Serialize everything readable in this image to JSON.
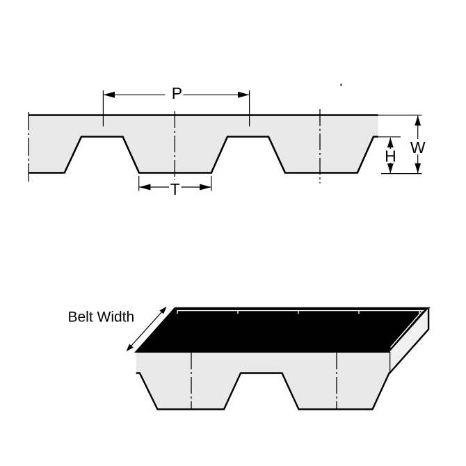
{
  "diagram": {
    "description": "timing belt profile diagram",
    "labels": {
      "pitch": "P",
      "tooth_width": "T",
      "tooth_height": "H",
      "belt_thickness": "W",
      "belt_width": "Belt Width"
    },
    "colors": {
      "background": "#ffffff",
      "belt_fill": "#e9e9e9",
      "belt_side_fill": "#f0f0f0",
      "belt_top_fill": "#000000",
      "line": "#000000"
    }
  }
}
